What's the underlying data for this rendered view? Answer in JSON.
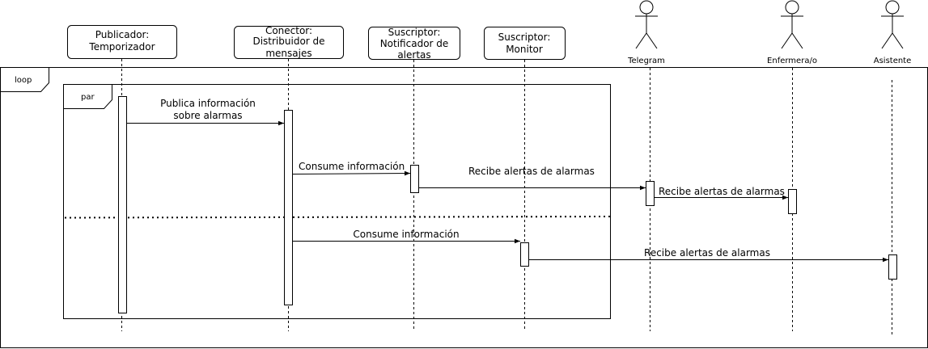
{
  "participants": [
    {
      "id": "publicador",
      "lines": [
        "Publicador:",
        "Temporizador"
      ]
    },
    {
      "id": "conector",
      "lines": [
        "Conector:",
        "Distribuidor de",
        "mensajes"
      ]
    },
    {
      "id": "notificador",
      "lines": [
        "Suscriptor:",
        "Notificador de",
        "alertas"
      ]
    },
    {
      "id": "monitor",
      "lines": [
        "Suscriptor:",
        "Monitor"
      ]
    }
  ],
  "actors": [
    {
      "id": "telegram",
      "label": "Telegram"
    },
    {
      "id": "enfermera",
      "label": "Enfermera/o"
    },
    {
      "id": "asistente",
      "label": "Asistente"
    }
  ],
  "fragments": {
    "loop": "loop",
    "par": "par"
  },
  "messages": [
    {
      "id": "msg-publica",
      "lines": [
        "Publica información",
        "sobre alarmas"
      ]
    },
    {
      "id": "msg-consume-1",
      "lines": [
        "Consume información"
      ]
    },
    {
      "id": "msg-recibe-telegram",
      "lines": [
        "Recibe alertas de alarmas"
      ]
    },
    {
      "id": "msg-recibe-enfermera",
      "lines": [
        "Recibe alertas de alarmas"
      ]
    },
    {
      "id": "msg-consume-2",
      "lines": [
        "Consume información"
      ]
    },
    {
      "id": "msg-recibe-asistente",
      "lines": [
        "Recibe alertas de alarmas"
      ]
    }
  ]
}
